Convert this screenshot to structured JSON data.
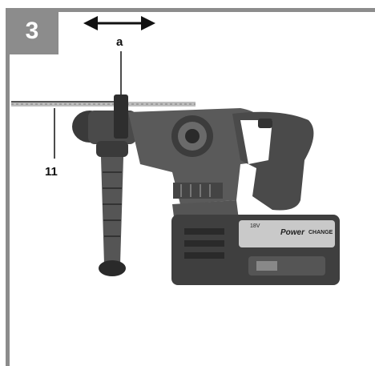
{
  "figure": {
    "number": "3",
    "frame_color": "#8c8c8c"
  },
  "labels": {
    "a": "a",
    "part_11": "11"
  },
  "battery": {
    "brand_text": "Power",
    "change_text": "CHANGE",
    "voltage_text": "18V"
  },
  "icons": [
    "double-arrow-icon"
  ]
}
